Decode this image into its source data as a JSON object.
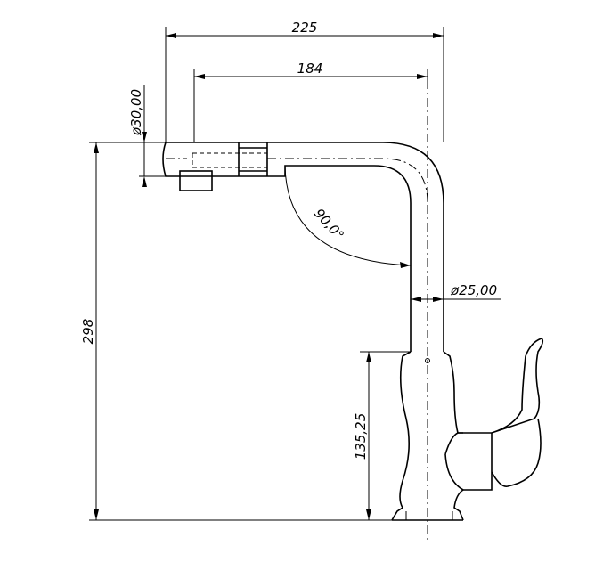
{
  "dimensions": {
    "overall_reach": "225",
    "spout_reach": "184",
    "spout_diameter": "ø30,00",
    "body_diameter": "ø25,00",
    "spout_angle": "90,0°",
    "total_height": "298",
    "body_height": "135,25"
  }
}
